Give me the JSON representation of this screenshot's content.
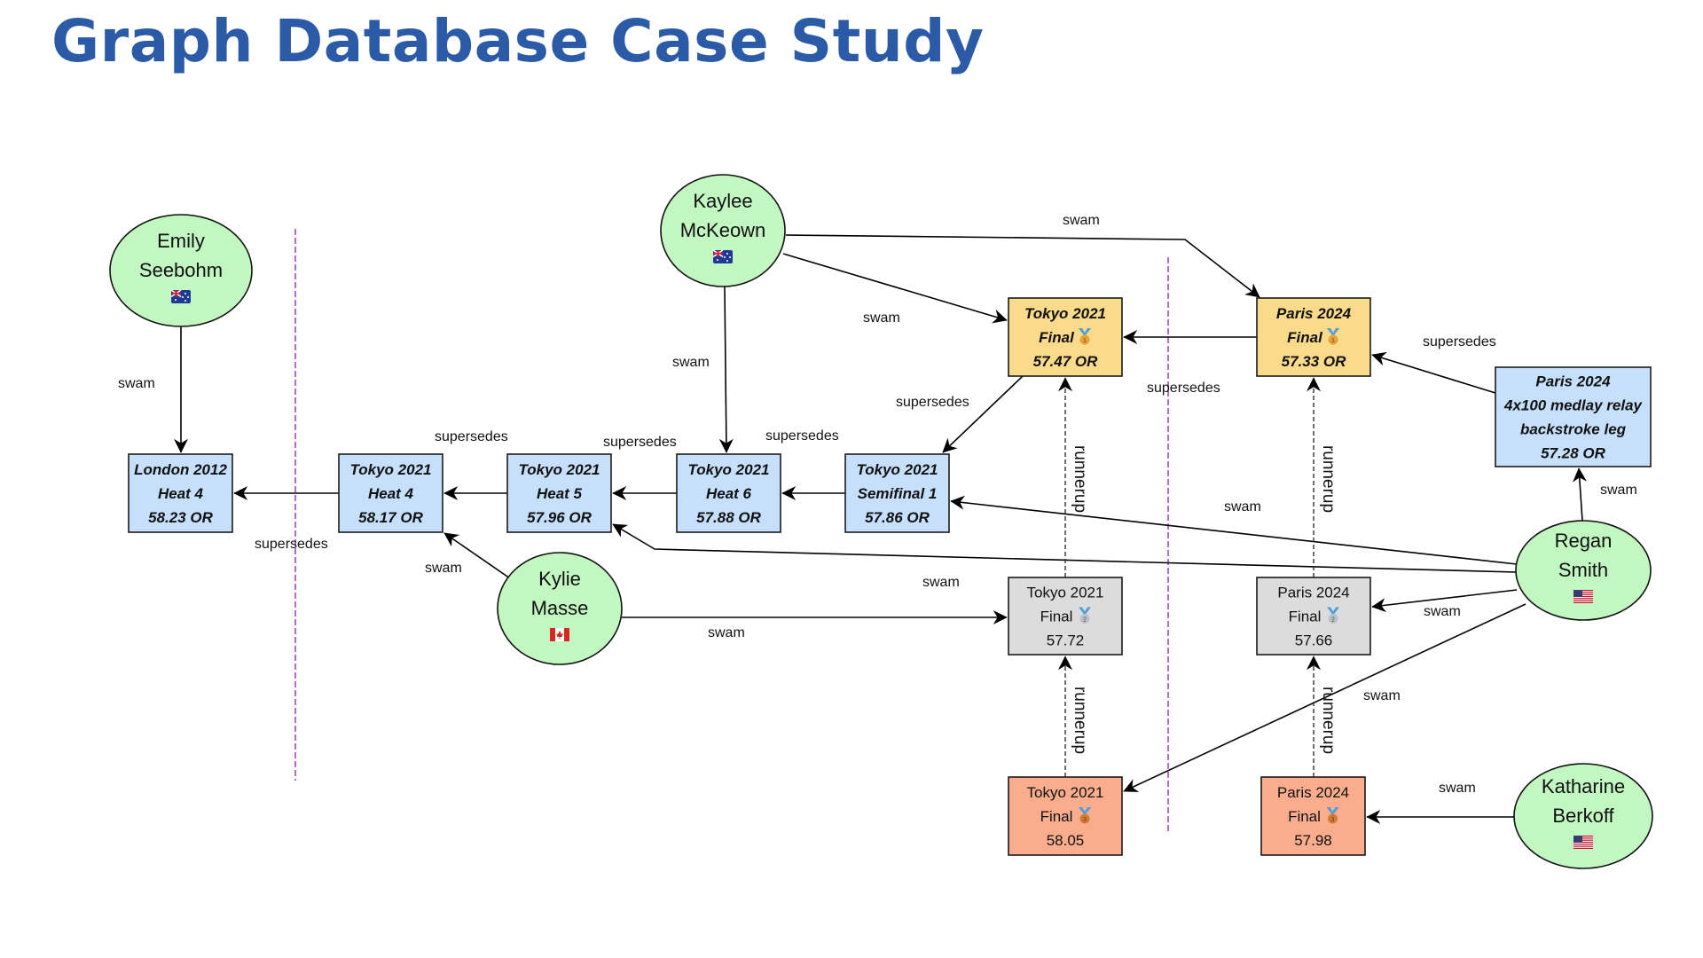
{
  "title": "Graph Database Case Study",
  "colors": {
    "title": "#2b5ba7",
    "person_fill": "#c3f7c1",
    "record_fill": "#c6e0fb",
    "gold_fill": "#fadb8b",
    "silver_fill": "#dcdcdc",
    "bronze_fill": "#f9ad8d",
    "era_divider": "#b86cc9"
  },
  "people": [
    {
      "id": "emily",
      "name_lines": [
        "Emily",
        "Seebohm"
      ],
      "flag": "AU",
      "flag_icon": "australia-flag-icon"
    },
    {
      "id": "kaylee",
      "name_lines": [
        "Kaylee",
        "McKeown"
      ],
      "flag": "AU",
      "flag_icon": "australia-flag-icon"
    },
    {
      "id": "kylie",
      "name_lines": [
        "Kylie",
        "Masse"
      ],
      "flag": "CA",
      "flag_icon": "canada-flag-icon"
    },
    {
      "id": "regan",
      "name_lines": [
        "Regan",
        "Smith"
      ],
      "flag": "US",
      "flag_icon": "usa-flag-icon"
    },
    {
      "id": "katharine",
      "name_lines": [
        "Katharine",
        "Berkoff"
      ],
      "flag": "US",
      "flag_icon": "usa-flag-icon"
    }
  ],
  "events": [
    {
      "id": "london_h4",
      "kind": "record",
      "lines": [
        "London 2012",
        "Heat 4",
        "58.23 OR"
      ]
    },
    {
      "id": "tokyo_h4",
      "kind": "record",
      "lines": [
        "Tokyo 2021",
        "Heat 4",
        "58.17 OR"
      ]
    },
    {
      "id": "tokyo_h5",
      "kind": "record",
      "lines": [
        "Tokyo 2021",
        "Heat 5",
        "57.96 OR"
      ]
    },
    {
      "id": "tokyo_h6",
      "kind": "record",
      "lines": [
        "Tokyo 2021",
        "Heat 6",
        "57.88 OR"
      ]
    },
    {
      "id": "tokyo_sf1",
      "kind": "record",
      "lines": [
        "Tokyo 2021",
        "Semifinal 1",
        "57.86 OR"
      ]
    },
    {
      "id": "tokyo_gold",
      "kind": "gold",
      "lines": [
        "Tokyo 2021",
        "Final",
        "57.47 OR"
      ],
      "medal": "1"
    },
    {
      "id": "paris_gold",
      "kind": "gold",
      "lines": [
        "Paris 2024",
        "Final",
        "57.33 OR"
      ],
      "medal": "1"
    },
    {
      "id": "paris_relay",
      "kind": "record",
      "lines": [
        "Paris 2024",
        "4x100 medlay relay",
        "backstroke leg",
        "57.28 OR"
      ]
    },
    {
      "id": "tokyo_silver",
      "kind": "silver",
      "lines": [
        "Tokyo 2021",
        "Final",
        "57.72"
      ],
      "medal": "2"
    },
    {
      "id": "paris_silver",
      "kind": "silver",
      "lines": [
        "Paris 2024",
        "Final",
        "57.66"
      ],
      "medal": "2"
    },
    {
      "id": "tokyo_bronze",
      "kind": "bronze",
      "lines": [
        "Tokyo 2021",
        "Final",
        "58.05"
      ],
      "medal": "3"
    },
    {
      "id": "paris_bronze",
      "kind": "bronze",
      "lines": [
        "Paris 2024",
        "Final",
        "57.98"
      ],
      "medal": "3"
    }
  ],
  "edges": [
    {
      "from": "emily",
      "to": "london_h4",
      "label": "swam"
    },
    {
      "from": "tokyo_h4",
      "to": "london_h4",
      "label": "supersedes"
    },
    {
      "from": "tokyo_h5",
      "to": "tokyo_h4",
      "label": "supersedes"
    },
    {
      "from": "tokyo_h6",
      "to": "tokyo_h5",
      "label": "supersedes"
    },
    {
      "from": "tokyo_sf1",
      "to": "tokyo_h6",
      "label": "supersedes"
    },
    {
      "from": "tokyo_gold",
      "to": "tokyo_sf1",
      "label": "supersedes"
    },
    {
      "from": "paris_gold",
      "to": "tokyo_gold",
      "label": "supersedes"
    },
    {
      "from": "paris_relay",
      "to": "paris_gold",
      "label": "supersedes"
    },
    {
      "from": "kaylee",
      "to": "tokyo_h6",
      "label": "swam"
    },
    {
      "from": "kaylee",
      "to": "tokyo_gold",
      "label": "swam"
    },
    {
      "from": "kaylee",
      "to": "paris_gold",
      "label": "swam"
    },
    {
      "from": "kylie",
      "to": "tokyo_h4",
      "label": "swam"
    },
    {
      "from": "kylie",
      "to": "tokyo_silver",
      "label": "swam"
    },
    {
      "from": "regan",
      "to": "tokyo_h5",
      "label": "swam"
    },
    {
      "from": "regan",
      "to": "tokyo_sf1",
      "label": "swam"
    },
    {
      "from": "regan",
      "to": "paris_relay",
      "label": "swam"
    },
    {
      "from": "regan",
      "to": "paris_silver",
      "label": "swam"
    },
    {
      "from": "regan",
      "to": "tokyo_bronze",
      "label": "swam"
    },
    {
      "from": "katharine",
      "to": "paris_bronze",
      "label": "swam"
    },
    {
      "from": "tokyo_silver",
      "to": "tokyo_gold",
      "label": "runnerup"
    },
    {
      "from": "tokyo_bronze",
      "to": "tokyo_silver",
      "label": "runnerup"
    },
    {
      "from": "paris_silver",
      "to": "paris_gold",
      "label": "runnerup"
    },
    {
      "from": "paris_bronze",
      "to": "paris_silver",
      "label": "runnerup"
    }
  ]
}
